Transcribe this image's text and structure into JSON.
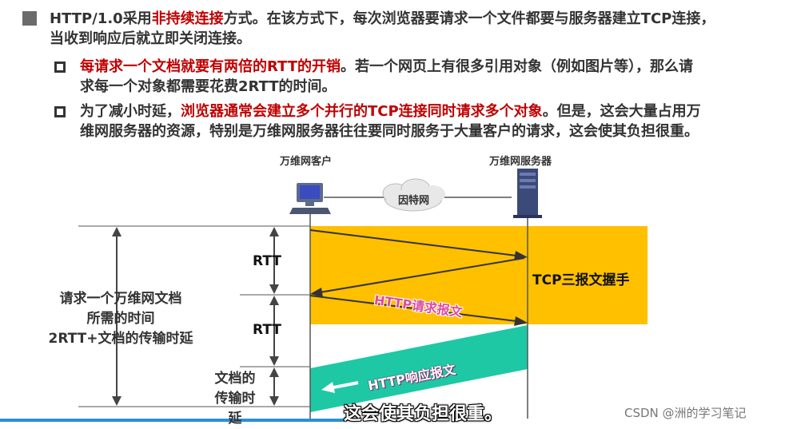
{
  "text": {
    "p1_pre": "HTTP/1.0采用",
    "p1_red": "非持续连接",
    "p1_post": "方式。在该方式下，每次浏览器要请求一个文件都要与服务器建立TCP连接，",
    "p1_line2": "当收到响应后就立即关闭连接。",
    "p2_red": "每请求一个文档就要有两倍的RTT的开销",
    "p2_post": "。若一个网页上有很多引用对象（例如图片等），那么请",
    "p2_line2": "求每一个对象都需要花费2RTT的时间。",
    "p3_pre": "为了减小时延，",
    "p3_red": "浏览器通常会建立多个并行的TCP连接同时请求多个对象",
    "p3_post": "。但是，这会大量占用万",
    "p3_line2": "维网服务器的资源，特别是万维网服务器往往要同时服务于大量客户的请求，这会使其负担很重。"
  },
  "diagram": {
    "client_label": "万维网客户",
    "server_label": "万维网服务器",
    "internet_label": "因特网",
    "left_line1": "请求一个万维网文档",
    "left_line2": "所需的时间",
    "left_line3": "2RTT+文档的传输时延",
    "rtt1": "RTT",
    "rtt2": "RTT",
    "transfer_line1": "文档的",
    "transfer_line2": "传输时延",
    "tcp_label": "TCP三报文握手",
    "http_request": "HTTP请求报文",
    "http_response": "HTTP响应报文"
  },
  "overlay": {
    "caption": "这会使其负担很重。",
    "watermark": "CSDN @洲的学习笔记"
  },
  "colors": {
    "red": "#c00000",
    "tcp_band": "#ffc000",
    "response_band": "#1ec8a5",
    "http_text": "#e04aa0",
    "blue_bar": "#2b8fd8"
  }
}
